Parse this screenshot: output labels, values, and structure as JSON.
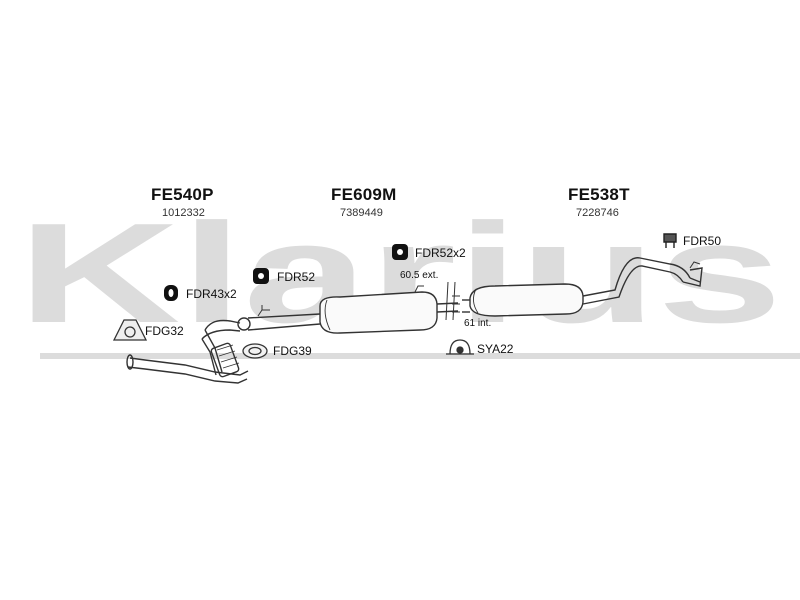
{
  "watermark": {
    "text": "Klarius"
  },
  "sections": [
    {
      "code": "FE540P",
      "ref": "1012332"
    },
    {
      "code": "FE609M",
      "ref": "7389449"
    },
    {
      "code": "FE538T",
      "ref": "7228746"
    }
  ],
  "parts": {
    "fdr52x2": "FDR52x2",
    "fdr52": "FDR52",
    "fdr43x2": "FDR43x2",
    "fdg32": "FDG32",
    "fdg39": "FDG39",
    "sya22": "SYA22",
    "fdr50": "FDR50"
  },
  "notes": {
    "ext": "60.5 ext.",
    "int": "61 int."
  }
}
